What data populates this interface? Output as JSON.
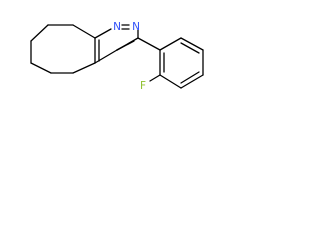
{
  "atoms": {
    "n1": {
      "symbol": "N",
      "color": "#3050f8"
    },
    "n2": {
      "symbol": "N",
      "color": "#3050f8"
    },
    "f": {
      "symbol": "F",
      "color": "#90c030"
    }
  }
}
